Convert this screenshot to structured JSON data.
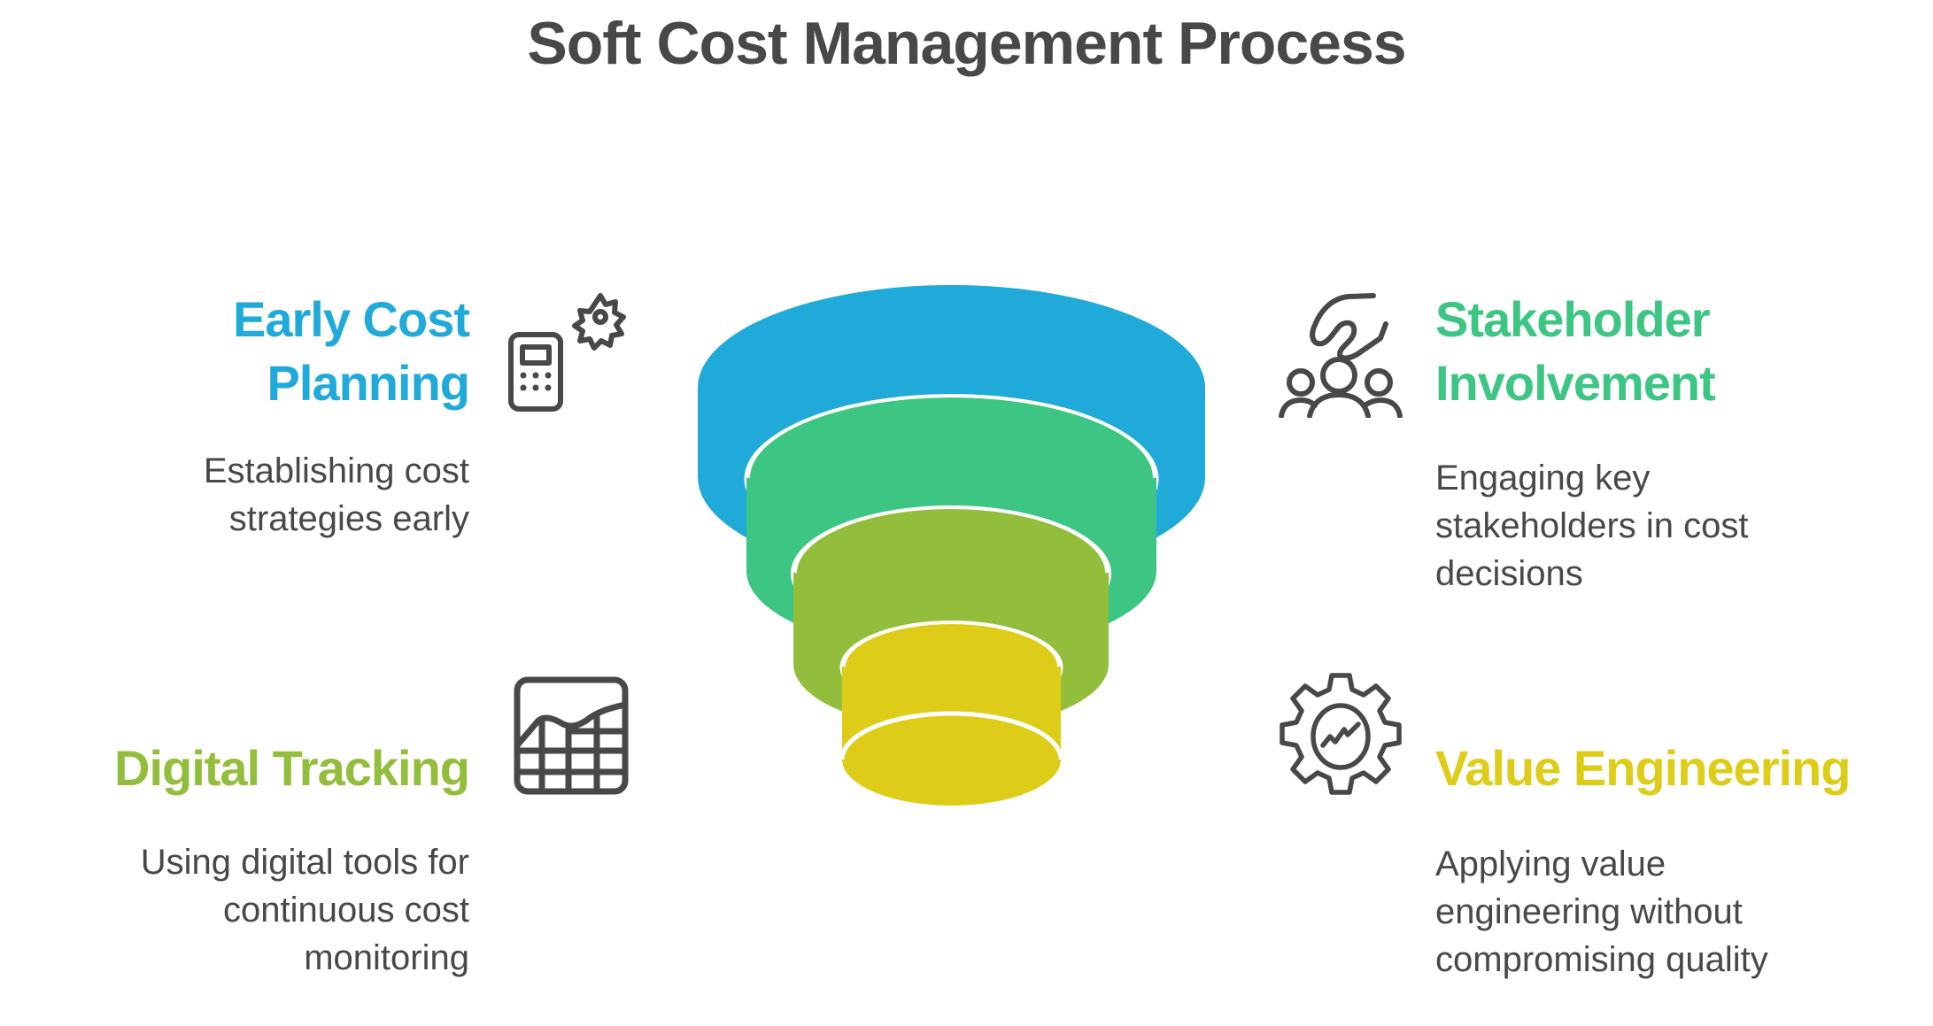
{
  "title": "Soft Cost Management Process",
  "colors": {
    "blue": "#20AAD9",
    "green": "#3DC584",
    "olive": "#93BE3B",
    "yellow": "#DECD18",
    "text": "#484848"
  },
  "stages": [
    {
      "heading_lines": [
        "Early Cost",
        "Planning"
      ],
      "description_lines": [
        "Establishing cost",
        "strategies early"
      ],
      "icon": "calculator-gear-icon",
      "color": "#20AAD9"
    },
    {
      "heading_lines": [
        "Stakeholder",
        "Involvement"
      ],
      "description_lines": [
        "Engaging key",
        "stakeholders in cost",
        "decisions"
      ],
      "icon": "hand-over-group-icon",
      "color": "#3DC584"
    },
    {
      "heading_lines": [
        "Digital Tracking"
      ],
      "description_lines": [
        "Using digital tools for",
        "continuous cost",
        "monitoring"
      ],
      "icon": "chart-grid-icon",
      "color": "#93BE3B"
    },
    {
      "heading_lines": [
        "Value Engineering"
      ],
      "description_lines": [
        "Applying value",
        "engineering without",
        "compromising quality"
      ],
      "icon": "gear-chart-icon",
      "color": "#DECD18"
    }
  ]
}
